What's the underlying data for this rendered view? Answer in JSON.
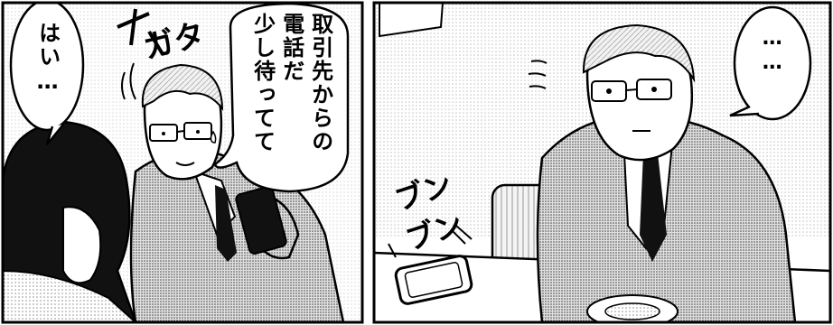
{
  "panels": [
    {
      "bubbles": [
        {
          "lines": [
            "はい…"
          ]
        },
        {
          "lines": [
            "取引先からの",
            "電話だ",
            "少し待ってて"
          ]
        }
      ],
      "sfx": [
        "ガタ"
      ]
    },
    {
      "bubbles": [
        {
          "lines": [
            "……"
          ]
        }
      ],
      "sfx": [
        "ブン",
        "ブン"
      ]
    }
  ]
}
